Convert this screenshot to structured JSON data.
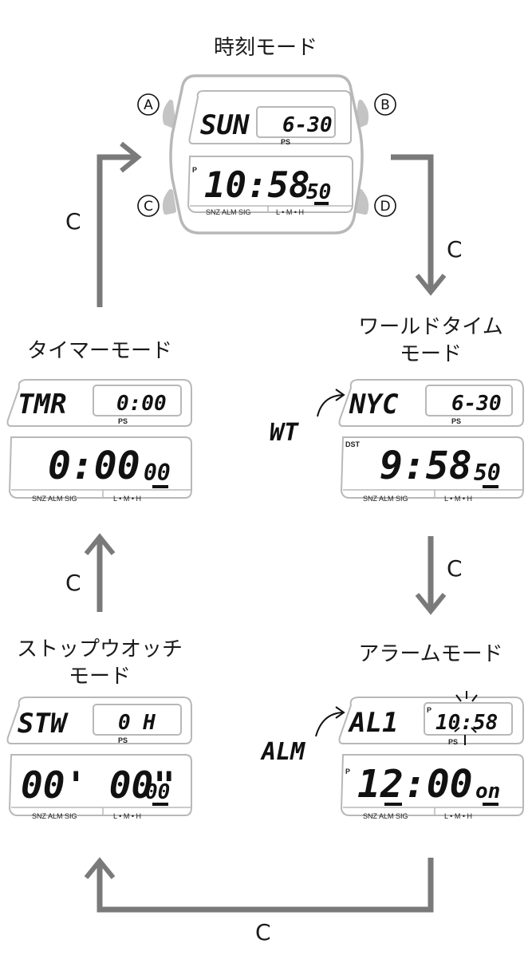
{
  "modes": {
    "time": {
      "title": "時刻モード",
      "top_left": "SUN",
      "top_right": "6-30",
      "ps": "PS",
      "indicator": "P",
      "main": "10:58",
      "seconds": "50",
      "bottom_left": "SNZ ALM SIG",
      "bottom_right": "L • M • H"
    },
    "world_time": {
      "title_line1": "ワールドタイム",
      "title_line2": "モード",
      "top_left": "NYC",
      "top_right": "6-30",
      "ps": "PS",
      "indicator": "DST",
      "main": "9:58",
      "seconds": "50",
      "bottom_left": "SNZ ALM SIG",
      "bottom_right": "L • M • H",
      "side_label": "WT"
    },
    "alarm": {
      "title": "アラームモード",
      "top_left": "AL1",
      "top_indicator": "P",
      "top_right": "10:58",
      "ps": "PS",
      "indicator": "P",
      "main": "12:00",
      "seconds": "on",
      "bottom_left": "SNZ ALM SIG",
      "bottom_right": "L • M • H",
      "side_label": "ALM"
    },
    "stopwatch": {
      "title_line1": "ストップウオッチ",
      "title_line2": "モード",
      "top_left": "STW",
      "top_right": "0 H",
      "ps": "PS",
      "main": "00' 00\"",
      "seconds": "00",
      "bottom_left": "SNZ ALM SIG",
      "bottom_right": "L • M • H"
    },
    "timer": {
      "title": "タイマーモード",
      "top_left": "TMR",
      "top_right": "0:00",
      "ps": "PS",
      "main": "0:00",
      "seconds": "00",
      "bottom_left": "SNZ ALM SIG",
      "bottom_right": "L • M • H"
    }
  },
  "buttons": {
    "a": "A",
    "b": "B",
    "c": "C",
    "d": "D"
  },
  "transitions": {
    "c1": "C",
    "c2": "C",
    "c3": "C",
    "c4": "C",
    "c5": "C"
  },
  "colors": {
    "arrow": "#7a7a7a",
    "outline": "#b5b5b5",
    "bar": "#111111"
  }
}
